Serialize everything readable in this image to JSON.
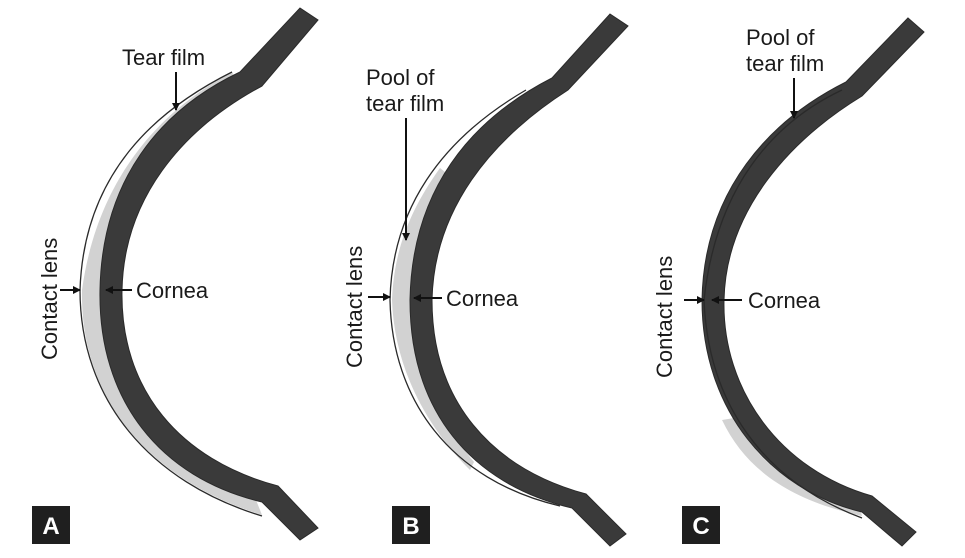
{
  "colors": {
    "cornea": "#3a3a3a",
    "tear_film": "#d2d2d2",
    "badge_bg": "#1f1f1f",
    "badge_text": "#ffffff"
  },
  "panels": [
    {
      "letter": "A",
      "tear_label": "Tear film",
      "contact_lens_label": "Contact lens",
      "cornea_label": "Cornea"
    },
    {
      "letter": "B",
      "tear_label_line1": "Pool of",
      "tear_label_line2": "tear film",
      "contact_lens_label": "Contact lens",
      "cornea_label": "Cornea"
    },
    {
      "letter": "C",
      "tear_label_line1": "Pool of",
      "tear_label_line2": "tear film",
      "contact_lens_label": "Contact lens",
      "cornea_label": "Cornea"
    }
  ]
}
